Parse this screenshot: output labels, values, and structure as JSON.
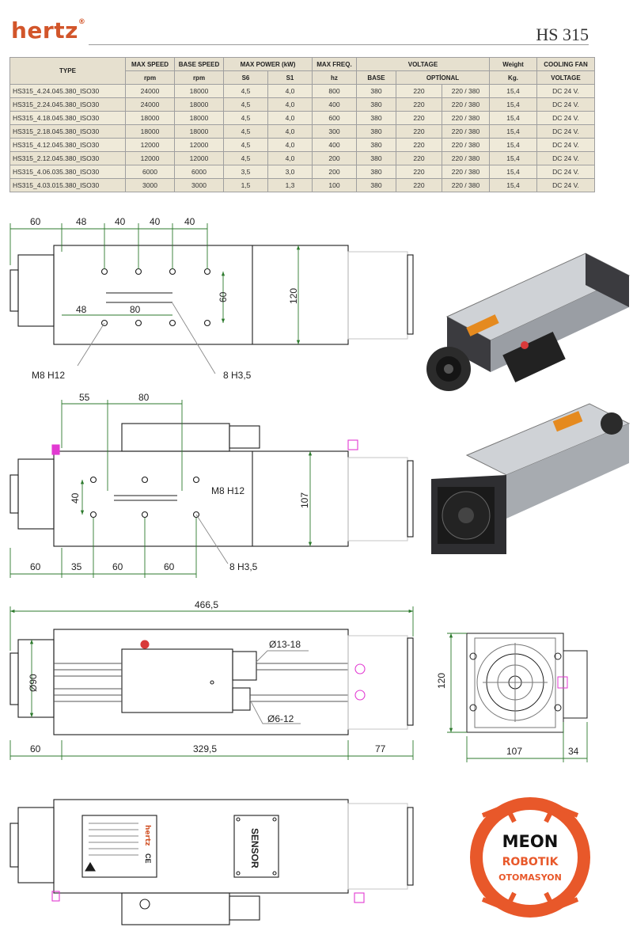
{
  "header": {
    "brand": "hertz",
    "model": "HS 315"
  },
  "table": {
    "h1": {
      "type": "TYPE",
      "max_speed": "MAX SPEED",
      "base_speed": "BASE SPEED",
      "max_power": "MAX POWER (kW)",
      "max_freq": "MAX FREQ.",
      "voltage": "VOLTAGE",
      "weight": "Weight",
      "cooling_fan": "COOLING FAN"
    },
    "h2": {
      "max_speed": "rpm",
      "base_speed": "rpm",
      "s6": "S6",
      "s1": "S1",
      "freq": "hz",
      "base": "BASE",
      "optional": "OPTİONAL",
      "weight": "Kg.",
      "cooling": "VOLTAGE"
    },
    "rows": [
      [
        "HS315_4.24.045.380_ISO30",
        "24000",
        "18000",
        "4,5",
        "4,0",
        "800",
        "380",
        "220",
        "220 / 380",
        "15,4",
        "DC 24 V."
      ],
      [
        "HS315_2.24.045.380_ISO30",
        "24000",
        "18000",
        "4,5",
        "4,0",
        "400",
        "380",
        "220",
        "220 / 380",
        "15,4",
        "DC 24 V."
      ],
      [
        "HS315_4.18.045.380_ISO30",
        "18000",
        "18000",
        "4,5",
        "4,0",
        "600",
        "380",
        "220",
        "220 / 380",
        "15,4",
        "DC 24 V."
      ],
      [
        "HS315_2.18.045.380_ISO30",
        "18000",
        "18000",
        "4,5",
        "4,0",
        "300",
        "380",
        "220",
        "220 / 380",
        "15,4",
        "DC 24 V."
      ],
      [
        "HS315_4.12.045.380_ISO30",
        "12000",
        "12000",
        "4,5",
        "4,0",
        "400",
        "380",
        "220",
        "220 / 380",
        "15,4",
        "DC 24 V."
      ],
      [
        "HS315_2.12.045.380_ISO30",
        "12000",
        "12000",
        "4,5",
        "4,0",
        "200",
        "380",
        "220",
        "220 / 380",
        "15,4",
        "DC 24 V."
      ],
      [
        "HS315_4.06.035.380_ISO30",
        "6000",
        "6000",
        "3,5",
        "3,0",
        "200",
        "380",
        "220",
        "220 / 380",
        "15,4",
        "DC 24 V."
      ],
      [
        "HS315_4.03.015.380_ISO30",
        "3000",
        "3000",
        "1,5",
        "1,3",
        "100",
        "380",
        "220",
        "220 / 380",
        "15,4",
        "DC 24 V."
      ]
    ]
  },
  "drawing1": {
    "d60": "60",
    "d48": "48",
    "d40a": "40",
    "d40b": "40",
    "d40c": "40",
    "d48b": "48",
    "d80": "80",
    "d60v": "60",
    "d120": "120",
    "m8": "M8 H12",
    "h8": "8 H3,5"
  },
  "drawing2": {
    "d55": "55",
    "d80": "80",
    "d40": "40",
    "d107": "107",
    "m8": "M8 H12",
    "d60": "60",
    "d35": "35",
    "d60b": "60",
    "d60c": "60",
    "h8": "8 H3,5"
  },
  "drawing3": {
    "total": "466,5",
    "dia13": "Ø13-18",
    "dia90": "Ø90",
    "dia6": "Ø6-12",
    "d60": "60",
    "d329": "329,5",
    "d77": "77"
  },
  "end_view": {
    "d120": "120",
    "d107": "107",
    "d34": "34"
  },
  "bottom": {
    "sensor": "SENSOR",
    "plate_brand": "hertz",
    "plate_ce": "CE"
  },
  "watermark": {
    "line1": "MEON",
    "line2": "ROBOTIK",
    "line3": "OTOMASYON"
  },
  "colors": {
    "brand": "#d2552a",
    "dimension": "#2d7a2d",
    "outline": "#1c1c1c",
    "accent": "#e23ad2",
    "watermark": "#e8582a"
  }
}
